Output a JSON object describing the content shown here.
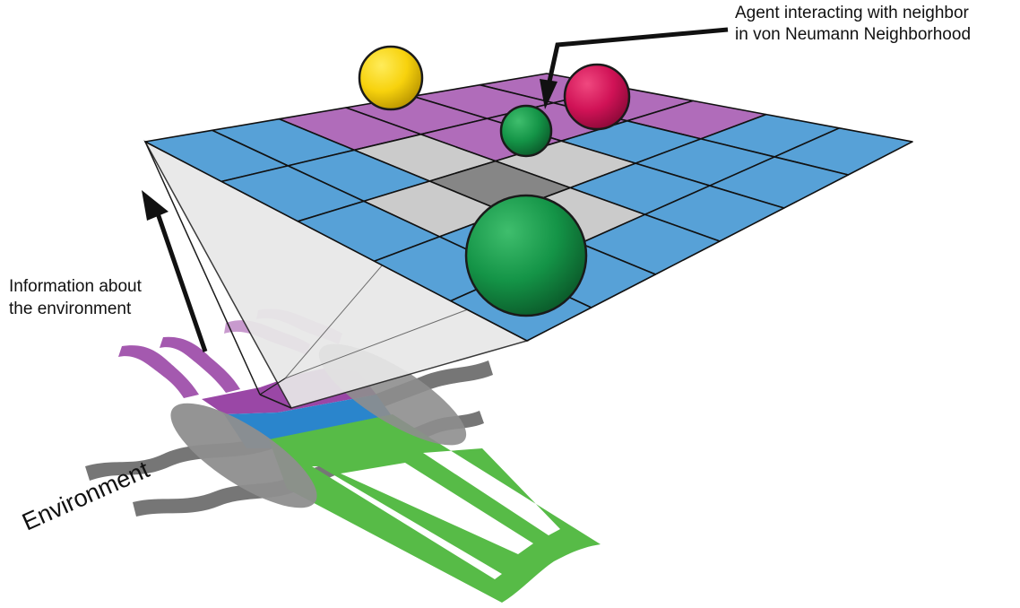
{
  "annotations": {
    "agent_interaction": [
      "Agent interacting with neighbor",
      "in von Neumann Neighborhood"
    ],
    "information": [
      "Information about",
      "the environment"
    ],
    "environment": "Environment"
  },
  "colors": {
    "purple_cell": "#b06cba",
    "blue_cell": "#57a1d7",
    "neighborhood_cell": "#cbcbcb",
    "center_cell": "#868686",
    "green_agent": "#149447",
    "yellow_agent": "#f7d20d",
    "magenta_agent": "#d01256",
    "funnel": "#e7e7e7",
    "env_purple": "#9a47a6",
    "env_blue": "#2a85cc",
    "env_green": "#57bb47",
    "env_gray": "#6f6f6f"
  },
  "grid": {
    "rows": 5,
    "cols": 6,
    "purple_cells": [
      [
        0,
        0
      ],
      [
        0,
        1
      ],
      [
        1,
        0
      ],
      [
        1,
        1
      ],
      [
        2,
        0
      ],
      [
        0,
        2
      ],
      [
        0,
        3
      ],
      [
        1,
        2
      ]
    ],
    "neighborhood_cells": [
      [
        1,
        3
      ],
      [
        2,
        2
      ],
      [
        2,
        4
      ],
      [
        3,
        3
      ]
    ],
    "center_cell": [
      2,
      3
    ]
  },
  "agents": [
    {
      "name": "yellow-agent",
      "color": "yellow_agent"
    },
    {
      "name": "magenta-agent",
      "color": "magenta_agent"
    },
    {
      "name": "small-green-agent",
      "color": "green_agent"
    },
    {
      "name": "large-green-agent",
      "color": "green_agent"
    }
  ]
}
